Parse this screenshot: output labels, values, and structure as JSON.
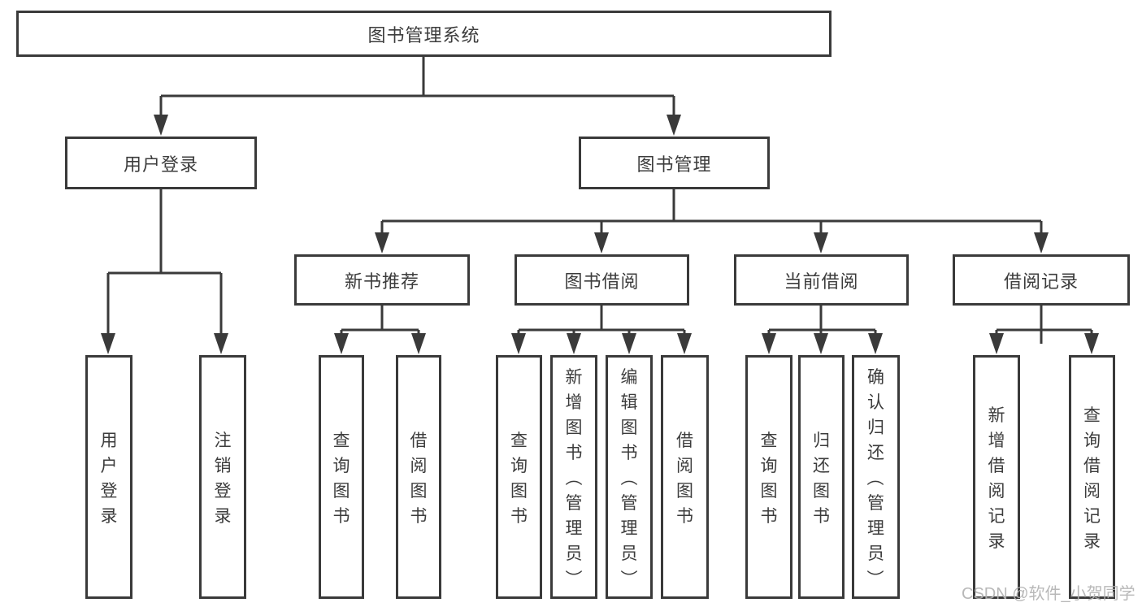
{
  "diagram": {
    "root": "图书管理系统",
    "level2": [
      "用户登录",
      "图书管理"
    ],
    "level3": [
      "新书推荐",
      "图书借阅",
      "当前借阅",
      "借阅记录"
    ],
    "leaves": [
      "用户登录",
      "注销登录",
      "查询图书",
      "借阅图书",
      "查询图书",
      "新增图书（管理员）",
      "编辑图书（管理员）",
      "借阅图书",
      "查询图书",
      "归还图书",
      "确认归还（管理员）",
      "新增借阅记录",
      "查询借阅记录"
    ]
  },
  "watermark": "CSDN @软件_小贺同学",
  "colors": {
    "line": "#3a3a3a",
    "text": "#3c3c3c",
    "box_background": "#ffffff",
    "watermark": "#b2b2b2",
    "background": "#ffffff"
  }
}
